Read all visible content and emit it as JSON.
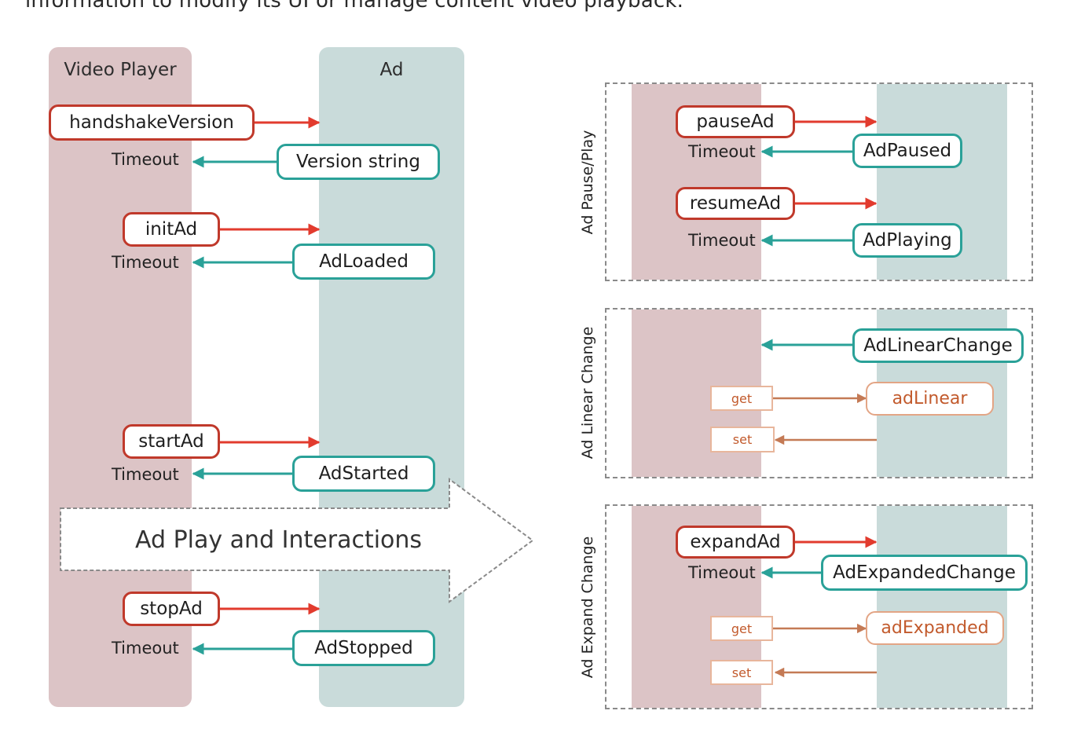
{
  "caption": "information to modify its UI or manage content video playback.",
  "lanes": {
    "video_player": "Video Player",
    "ad": "Ad"
  },
  "main_flow": {
    "handshake": "handshakeVersion",
    "version_string": "Version string",
    "init": "initAd",
    "loaded": "AdLoaded",
    "start": "startAd",
    "started": "AdStarted",
    "stop": "stopAd",
    "stopped": "AdStopped",
    "timeout": "Timeout"
  },
  "big_arrow": "Ad Play and Interactions",
  "panels": {
    "pause_play": {
      "title": "Ad Pause/Play",
      "pause": "pauseAd",
      "paused": "AdPaused",
      "resume": "resumeAd",
      "playing": "AdPlaying",
      "timeout": "Timeout"
    },
    "linear": {
      "title": "Ad Linear Change",
      "event": "AdLinearChange",
      "property": "adLinear",
      "get": "get",
      "set": "set"
    },
    "expand": {
      "title": "Ad Expand Change",
      "expand": "expandAd",
      "event": "AdExpandedChange",
      "property": "adExpanded",
      "get": "get",
      "set": "set",
      "timeout": "Timeout"
    }
  },
  "colors": {
    "player_lane": "#dcc4c6",
    "ad_lane": "#c9dbda",
    "call_arrow": "#e23b2e",
    "event_arrow": "#2aa198",
    "property_arrow": "#c47a55"
  }
}
